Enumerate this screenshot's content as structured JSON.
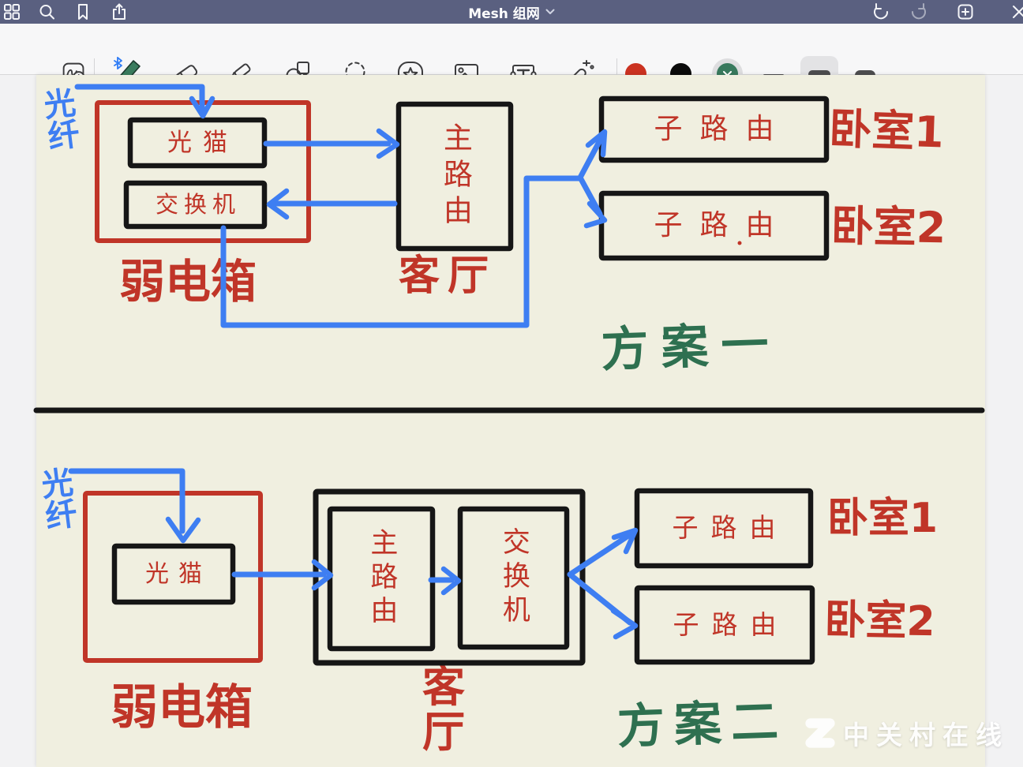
{
  "navbar": {
    "title": "Mesh 组网",
    "left_icons": [
      "documents-grid",
      "search",
      "bookmark",
      "share"
    ],
    "right_icons": [
      "undo",
      "redo",
      "add-page",
      "close"
    ]
  },
  "toolbar": {
    "tools": [
      "zoom-window",
      "pen",
      "eraser",
      "highlighter",
      "shapes",
      "lasso",
      "elements",
      "image",
      "text",
      "laser-pointer"
    ],
    "selected_tool": "pen",
    "pen_bluetooth": true,
    "colors": {
      "red": "#cb3221",
      "black": "#0b0b0b",
      "green": "#38795d"
    },
    "selected_color": "green",
    "stroke_sizes": [
      "thin",
      "medium",
      "thick"
    ],
    "selected_stroke": "medium"
  },
  "canvas": {
    "ink_colors": {
      "red": "#c03528",
      "blue": "#3e7ef2",
      "green": "#2e7050",
      "black": "#161616"
    },
    "scheme1": {
      "fiber": "光纤",
      "enclosure_label": "弱电箱",
      "modem": "光猫",
      "switch": "交换机",
      "main_router": "主路由",
      "room_label": "客厅",
      "sub_router_top": "子路由",
      "sub_router_bottom": "子路由",
      "bedroom_top": "卧室1",
      "bedroom_bottom": "卧室2",
      "title": "方案一"
    },
    "scheme2": {
      "fiber": "光纤",
      "enclosure_label": "弱电箱",
      "modem": "光猫",
      "main_router": "主路由",
      "switch": "交换机",
      "room_label": "客厅",
      "sub_router_top": "子路由",
      "sub_router_bottom": "子路由",
      "bedroom_top": "卧室1",
      "bedroom_bottom": "卧室2",
      "title": "方案二"
    },
    "watermark": "中关村在线"
  }
}
